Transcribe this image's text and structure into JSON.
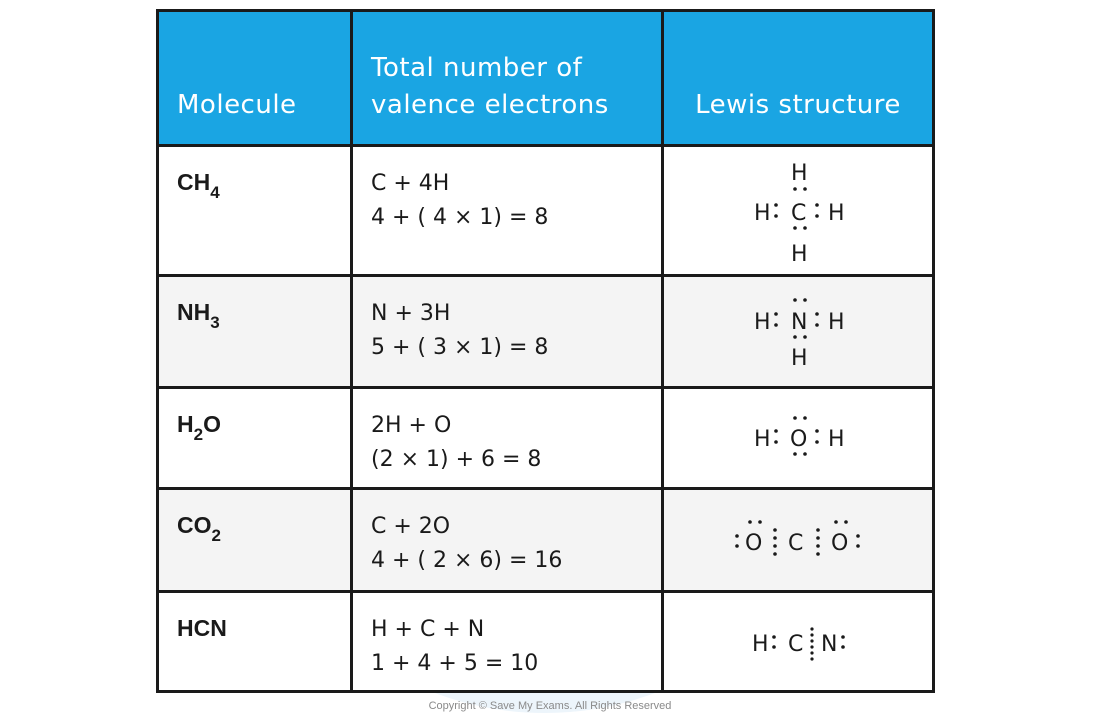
{
  "table": {
    "headers": {
      "molecule": "Molecule",
      "electrons_line1": "Total number of",
      "electrons_line2": "valence electrons",
      "lewis": "Lewis structure"
    },
    "rows": [
      {
        "formula_main": "CH",
        "formula_sub": "4",
        "formula_tail": "",
        "line1": "C + 4H",
        "line2": "4 + ( 4 × 1) = 8",
        "lewis_atoms": [
          "H",
          "H",
          "C",
          "H",
          "H"
        ]
      },
      {
        "formula_main": "NH",
        "formula_sub": "3",
        "formula_tail": "",
        "line1": "N + 3H",
        "line2": "5 + ( 3 × 1) = 8",
        "lewis_atoms": [
          "H",
          "N",
          "H",
          "H"
        ]
      },
      {
        "formula_main": "H",
        "formula_sub": "2",
        "formula_tail": "O",
        "line1": "2H + O",
        "line2": "(2 × 1) + 6 = 8",
        "lewis_atoms": [
          "H",
          "O",
          "H"
        ]
      },
      {
        "formula_main": "CO",
        "formula_sub": "2",
        "formula_tail": "",
        "line1": "C + 2O",
        "line2": "4 + ( 2 × 6) = 16",
        "lewis_atoms": [
          "O",
          "C",
          "O"
        ]
      },
      {
        "formula_main": "HCN",
        "formula_sub": "",
        "formula_tail": "",
        "line1": "H + C + N",
        "line2": "1 + 4 + 5 = 10",
        "lewis_atoms": [
          "H",
          "C",
          "N"
        ]
      }
    ]
  },
  "footer": {
    "copyright": "Copyright © Save My Exams. All Rights Reserved"
  },
  "colors": {
    "header_bg": "#1aa5e3",
    "header_text": "#ffffff",
    "border": "#1a1a1a",
    "alt_row": "#f4f4f4",
    "watermark": "#e6f1fa"
  }
}
